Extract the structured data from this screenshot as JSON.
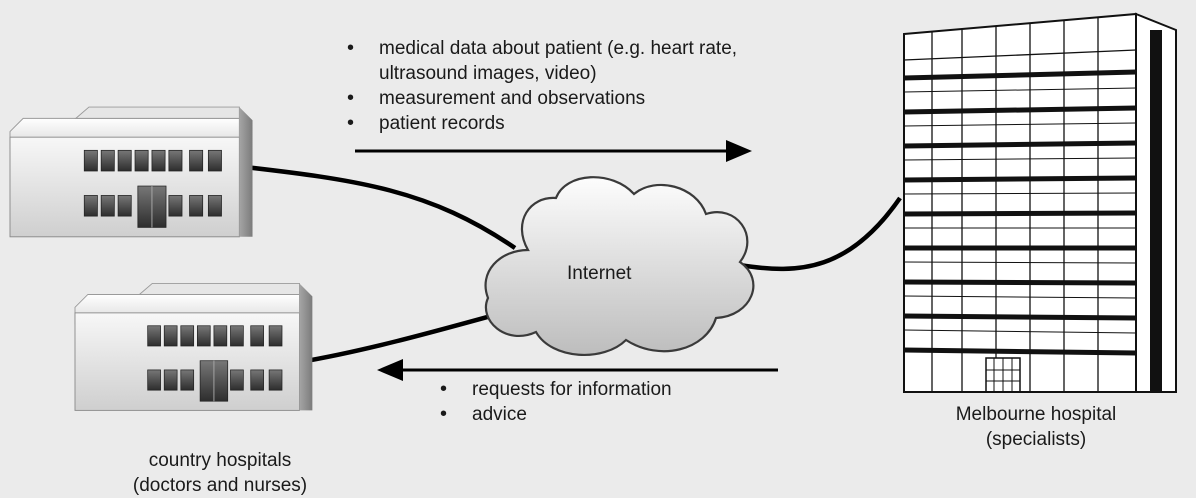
{
  "outgoing": {
    "items": [
      "medical data about patient (e.g. heart rate, ultrasound images, video)",
      "measurement and observations",
      "patient records"
    ]
  },
  "incoming": {
    "items": [
      "requests for information",
      "advice"
    ]
  },
  "network": {
    "label": "Internet"
  },
  "country": {
    "label_line1": "country hospitals",
    "label_line2": "(doctors and nurses)"
  },
  "melbourne": {
    "label_line1": "Melbourne hospital",
    "label_line2": "(specialists)"
  },
  "icons": {
    "country_hospital_top": "low-rise-building-icon",
    "country_hospital_bottom": "low-rise-building-icon",
    "melbourne_hospital": "high-rise-building-icon",
    "network": "cloud-icon",
    "outgoing": "arrow-right-icon",
    "incoming": "arrow-left-icon"
  }
}
